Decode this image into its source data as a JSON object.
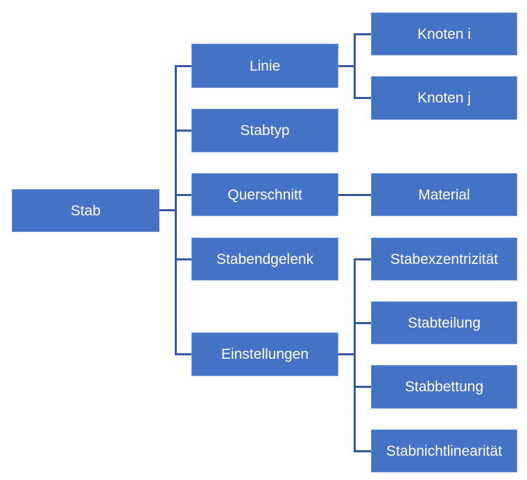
{
  "diagram": {
    "type": "tree",
    "orientation": "left-to-right",
    "colors": {
      "background": "#FFFFFF",
      "box_fill": "#4472C4",
      "box_border": "#7B97D4",
      "connector": "#3558A0",
      "text": "#FFFFFF"
    }
  },
  "tree": {
    "label": "Stab",
    "children": [
      {
        "label": "Linie",
        "children": [
          {
            "label": "Knoten i"
          },
          {
            "label": "Knoten j"
          }
        ]
      },
      {
        "label": "Stabtyp"
      },
      {
        "label": "Querschnitt",
        "children": [
          {
            "label": "Material"
          }
        ]
      },
      {
        "label": "Stabendgelenk"
      },
      {
        "label": "Einstellungen",
        "children": [
          {
            "label": "Stabexzentrizität"
          },
          {
            "label": "Stabteilung"
          },
          {
            "label": "Stabbettung"
          },
          {
            "label": "Stabnichtlinearität"
          }
        ]
      }
    ]
  }
}
